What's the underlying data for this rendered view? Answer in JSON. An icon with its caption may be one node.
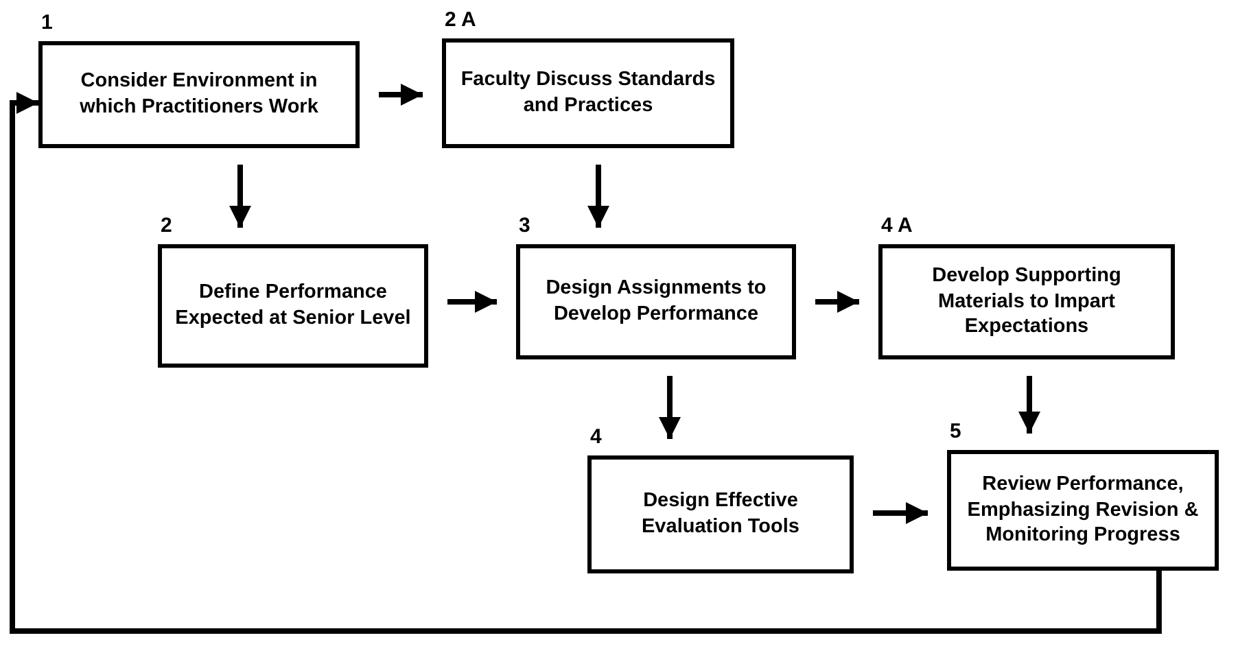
{
  "diagram": {
    "nodes": [
      {
        "text": [
          "Consider Environment in which Practitioners Work"
        ],
        "beside": [
          "1"
        ]
      },
      {
        "text": [
          "Faculty Discuss Standards and Practices"
        ],
        "beside": [
          "2 A"
        ]
      },
      {
        "text": [
          "Define Performance Expected at Senior Level"
        ],
        "beside": [
          "2"
        ]
      },
      {
        "text": [
          "Design Assignments to Develop Performance"
        ],
        "beside": [
          "3"
        ]
      },
      {
        "text": [
          "Develop Supporting Materials to Impart Expectations"
        ],
        "beside": [
          "4 A"
        ]
      },
      {
        "text": [
          "Design Effective Evaluation Tools"
        ],
        "beside": [
          "4"
        ]
      },
      {
        "text": [
          "Review Performance, Emphasizing Revision & Monitoring Progress"
        ],
        "beside": [
          "5"
        ]
      }
    ],
    "edges": [
      {
        "from": 0,
        "to": 1,
        "arrow": "to"
      },
      {
        "from": 0,
        "to": 2,
        "arrow": "to"
      },
      {
        "from": 1,
        "to": 3,
        "arrow": "to"
      },
      {
        "from": 2,
        "to": 3,
        "arrow": "to"
      },
      {
        "from": 3,
        "to": 4,
        "arrow": "to"
      },
      {
        "from": 3,
        "to": 5,
        "arrow": "to"
      },
      {
        "from": 4,
        "to": 6,
        "arrow": "to"
      },
      {
        "from": 5,
        "to": 6,
        "arrow": "to"
      },
      {
        "from": 6,
        "to": 0,
        "arrow": "to"
      }
    ]
  }
}
